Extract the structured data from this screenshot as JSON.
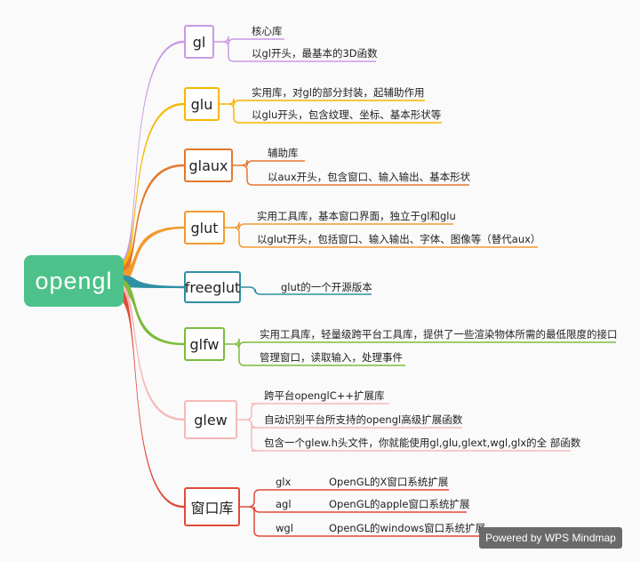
{
  "root": {
    "label": "opengl",
    "color": "#4cc28a"
  },
  "branches": [
    {
      "label": "gl",
      "color": "#c99ae3",
      "leaves": [
        "核心库",
        "以gl开头，最基本的3D函数"
      ]
    },
    {
      "label": "glu",
      "color": "#f5b800",
      "leaves": [
        "实用库，对gl的部分封装，起辅助作用",
        "以glu开头，包含纹理、坐标、基本形状等"
      ]
    },
    {
      "label": "glaux",
      "color": "#e4782c",
      "leaves": [
        "辅助库",
        "以aux开头，包含窗口、输入输出、基本形状"
      ]
    },
    {
      "label": "glut",
      "color": "#f29a2e",
      "leaves": [
        "实用工具库，基本窗口界面，独立于gl和glu",
        "以glut开头，包括窗口、输入输出、字体、图像等（替代aux）"
      ]
    },
    {
      "label": "freeglut",
      "color": "#2f8fa3",
      "leaves": [
        "glut的一个开源版本"
      ]
    },
    {
      "label": "glfw",
      "color": "#7dbb3c",
      "leaves": [
        "实用工具库，轻量级跨平台工具库，提供了一些渲染物体所需的最低限度的接口",
        "管理窗口，读取输入，处理事件"
      ]
    },
    {
      "label": "glew",
      "color": "#f6b9b9",
      "leaves": [
        "跨平台openglC++扩展库",
        "自动识别平台所支持的opengl高级扩展函数",
        "包含一个glew.h头文件，你就能使用gl,glu,glext,wgl,glx的全  部函数"
      ]
    },
    {
      "label": "窗口库",
      "color": "#df4b3a",
      "leaves": [
        {
          "name": "glx",
          "desc": "OpenGL的X窗口系统扩展"
        },
        {
          "name": "agl",
          "desc": "OpenGL的apple窗口系统扩展"
        },
        {
          "name": "wgl",
          "desc": "OpenGL的windows窗口系统扩展"
        }
      ]
    }
  ],
  "watermark": "Powered by WPS Mindmap"
}
